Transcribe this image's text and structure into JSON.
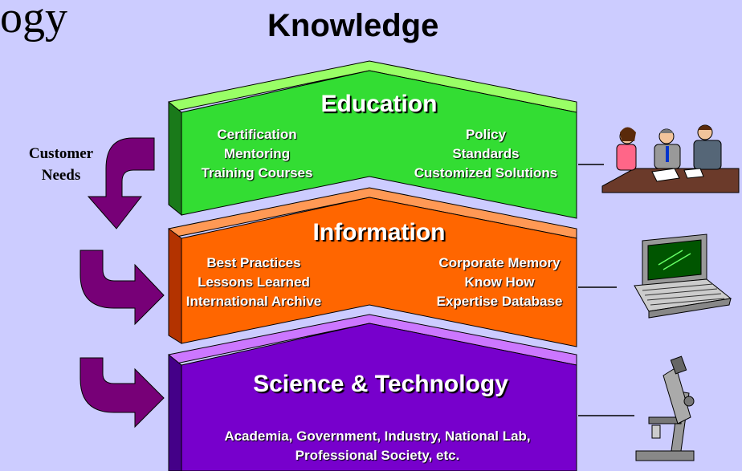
{
  "header": {
    "partial_title": "ogy",
    "title": "Knowledge"
  },
  "side_label": {
    "line1": "Customer",
    "line2": "Needs"
  },
  "tiers": {
    "education": {
      "title": "Education",
      "left": [
        "Certification",
        "Mentoring",
        "Training Courses"
      ],
      "right": [
        "Policy",
        "Standards",
        "Customized Solutions"
      ]
    },
    "information": {
      "title": "Information",
      "left": [
        "Best Practices",
        "Lessons Learned",
        "International Archive"
      ],
      "right": [
        "Corporate Memory",
        "Know How",
        "Expertise Database"
      ]
    },
    "science": {
      "title": "Science & Technology",
      "body": [
        "Academia, Government, Industry, National Lab,",
        "Professional Society, etc."
      ]
    }
  },
  "colors": {
    "background": "#ccccff",
    "education": "#33dd33",
    "information": "#ff6600",
    "science": "#7700cc",
    "arrow": "#770077"
  },
  "icons": [
    "people-meeting-icon",
    "laptop-computer-icon",
    "microscope-icon"
  ]
}
